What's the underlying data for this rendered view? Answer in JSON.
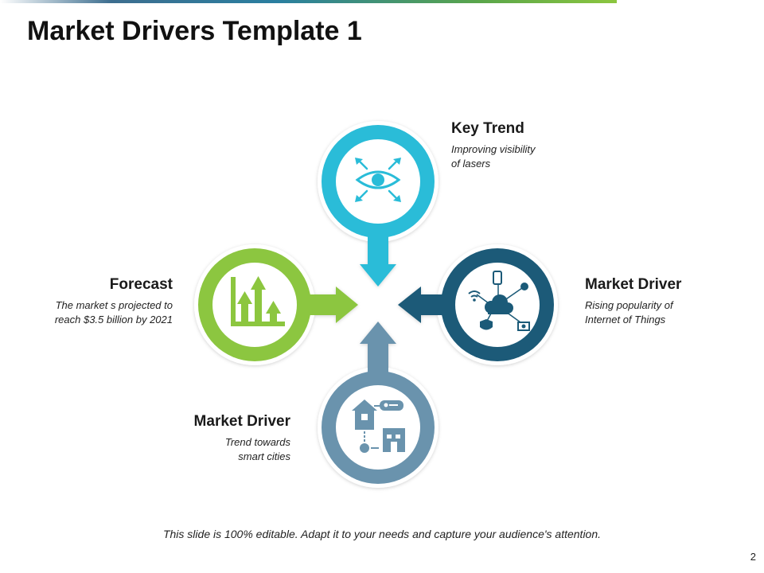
{
  "slide": {
    "title": "Market Drivers Template 1",
    "footer_note": "This slide is 100% editable. Adapt it to your needs and capture your audience's attention.",
    "page_number": "2"
  },
  "items": [
    {
      "heading": "Key Trend",
      "desc_lines": [
        "Improving visibility",
        "of lasers"
      ],
      "color": "#29bcd8",
      "icon": "eye-arrows-icon"
    },
    {
      "heading": "Market Driver",
      "desc_lines": [
        "Rising popularity of",
        "Internet of Things"
      ],
      "color": "#1b5a78",
      "icon": "iot-cloud-icon"
    },
    {
      "heading": "Market Driver",
      "desc_lines": [
        "Trend towards",
        "smart cities"
      ],
      "color": "#6a93ad",
      "icon": "smart-city-icon"
    },
    {
      "heading": "Forecast",
      "desc_lines": [
        "The market s projected to",
        "reach $3.5 billion by 2021"
      ],
      "color": "#8cc63f",
      "icon": "bar-chart-growth-icon"
    }
  ],
  "colors": {
    "accent_cyan": "#29bcd8",
    "accent_navy": "#1b5a78",
    "accent_steel": "#6a93ad",
    "accent_green": "#8cc63f"
  }
}
